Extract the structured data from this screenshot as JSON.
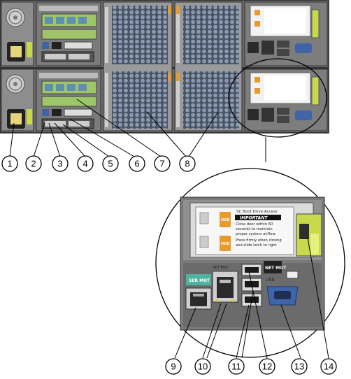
{
  "callouts": [
    "1",
    "2",
    "3",
    "4",
    "5",
    "6",
    "7",
    "8",
    "9",
    "10",
    "11",
    "12",
    "13",
    "14"
  ],
  "bay_label": {
    "title": "SC Boot Drive Access",
    "important": "IMPORTANT",
    "line1": "Close door within 60",
    "line2": "seconds to maintain",
    "line3": "proper system airflow.",
    "line4": "Press firmly when closing",
    "line5": "and slide latch to right",
    "hdd0": "HDD 0",
    "hdd1": "HDD 1"
  },
  "port_labels": {
    "ser_mgt": "SER MGT",
    "net_mgt": "NET MGT",
    "usb": "USB"
  },
  "colors": {
    "chassis": "#5a5a5a",
    "fan_grille": "#6f7f95",
    "green_card": "#9ec56a",
    "latch_green": "#c8d94a",
    "blue_port": "#3f64a8",
    "teal_label": "#4fb3a0",
    "orange_tag": "#e89a2c"
  },
  "icons": [
    "power-socket-icon",
    "fan-grille-icon",
    "ethernet-port-icon",
    "usb-port-icon",
    "vga-port-icon",
    "latch-icon",
    "callout-circle-icon"
  ]
}
